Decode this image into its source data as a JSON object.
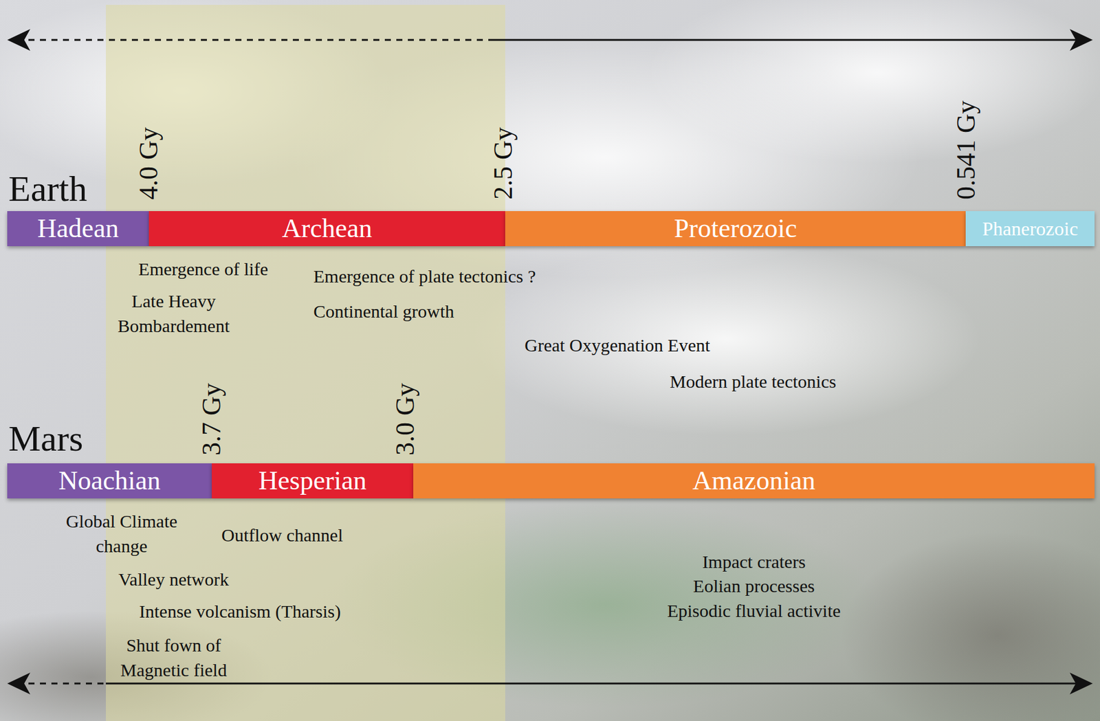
{
  "diagram": {
    "nodes": [
      {
        "text": [
          "Hadean"
        ]
      },
      {
        "text": [
          "Archean"
        ]
      },
      {
        "text": [
          "Proterozoic"
        ]
      },
      {
        "text": [
          "Phanerozoic"
        ]
      },
      {
        "text": [
          "Noachian"
        ]
      },
      {
        "text": [
          "Hesperian"
        ]
      },
      {
        "text": [
          "Amazonian"
        ]
      }
    ],
    "labels": [
      "Earth",
      "4.0 Gy",
      "2.5 Gy",
      "0.541 Gy",
      "Emergence of life",
      "Late Heavy Bombardement",
      "Emergence of plate tectonics ?",
      "Continental growth",
      "Great Oxygenation Event",
      "Modern plate tectonics",
      "Mars",
      "3.7 Gy",
      "3.0 Gy",
      "Global Climate change",
      "Outflow channel",
      "Valley network",
      "Intense volcanism (Tharsis)",
      "Shut fown of Magnetic field",
      "Impact craters",
      "Eolian processes",
      "Episodic fluvial activite"
    ]
  }
}
